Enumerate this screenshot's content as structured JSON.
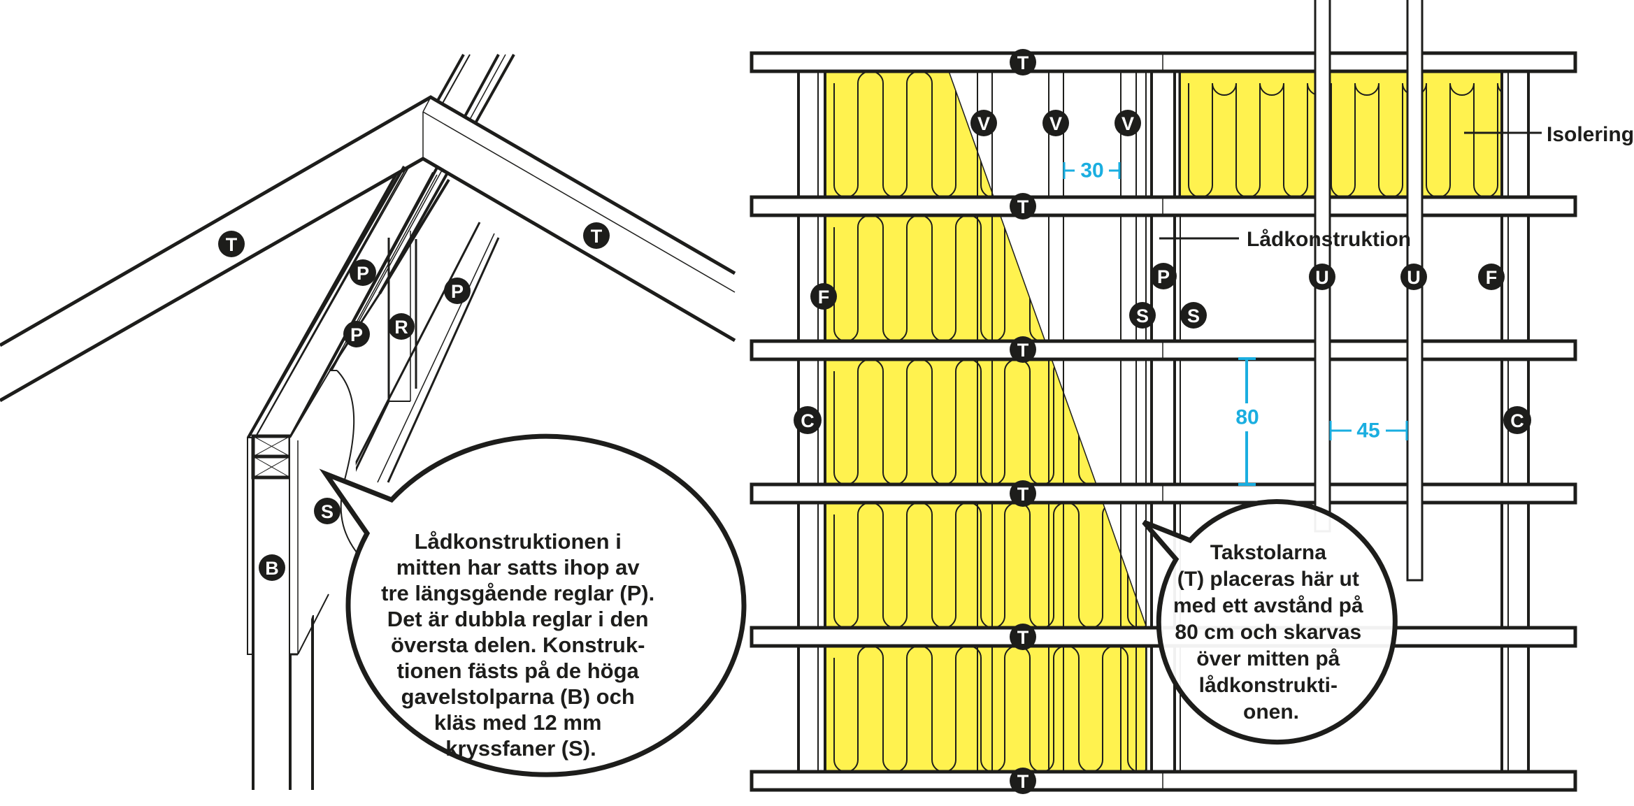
{
  "colors": {
    "line": "#1d1d1b",
    "insulation": "#fff24f",
    "dimension": "#1aaee0",
    "background": "#ffffff"
  },
  "left_diagram": {
    "labels": [
      {
        "letter": "T",
        "meaning": "takstol"
      },
      {
        "letter": "T",
        "meaning": "takstol"
      },
      {
        "letter": "P",
        "meaning": "längsgående regel"
      },
      {
        "letter": "P",
        "meaning": "längsgående regel"
      },
      {
        "letter": "P",
        "meaning": "längsgående regel"
      },
      {
        "letter": "R",
        "meaning": "regel"
      },
      {
        "letter": "S",
        "meaning": "kryssfaner"
      },
      {
        "letter": "B",
        "meaning": "gavelstolpe"
      }
    ],
    "bubble": {
      "lines": [
        "Lådkonstruktionen i",
        "mitten har satts ihop av",
        "tre längsgående reglar (P).",
        "Det är dubbla reglar i den",
        "översta delen. Konstruk-",
        "tionen fästs på de höga",
        "gavelstolparna (B) och",
        "kläs med 12 mm",
        "kryssfaner (S)."
      ]
    }
  },
  "right_diagram": {
    "callouts": {
      "isolering": "Isolering",
      "ladkonstruktion": "Lådkonstruktion"
    },
    "dimensions": {
      "stud_spacing": "30",
      "truss_spacing": "80",
      "post_width": "45"
    },
    "truss_labels": [
      "T",
      "T",
      "T",
      "T",
      "T",
      "T"
    ],
    "labels": [
      {
        "letter": "V"
      },
      {
        "letter": "V"
      },
      {
        "letter": "V"
      },
      {
        "letter": "F"
      },
      {
        "letter": "P"
      },
      {
        "letter": "S"
      },
      {
        "letter": "S"
      },
      {
        "letter": "U"
      },
      {
        "letter": "U"
      },
      {
        "letter": "F"
      },
      {
        "letter": "C"
      },
      {
        "letter": "C"
      }
    ],
    "bubble": {
      "lines": [
        "Takstolarna",
        "(T) placeras här ut",
        "med ett avstånd på",
        "80 cm och skarvas",
        "över mitten på",
        "lådkonstrukti-",
        "onen."
      ]
    }
  }
}
